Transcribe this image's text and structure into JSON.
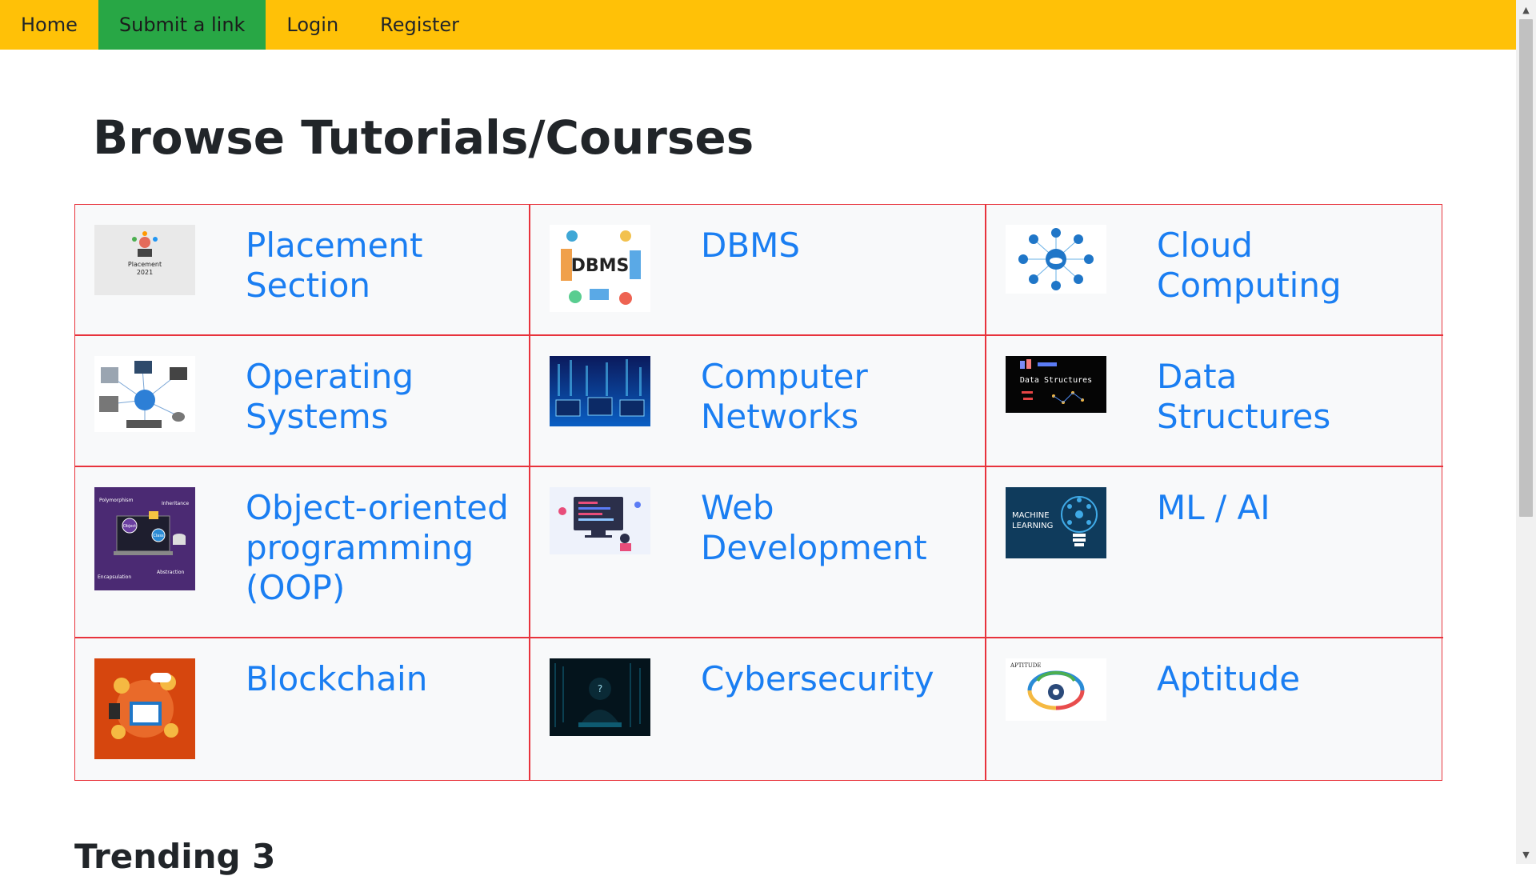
{
  "nav": {
    "items": [
      "Home",
      "Submit a link",
      "Login",
      "Register"
    ],
    "active_index": 1,
    "colors": {
      "bar": "#ffc107",
      "active": "#28a745"
    }
  },
  "page": {
    "title": "Browse Tutorials/Courses",
    "next_section_heading": "Trending 3"
  },
  "courses": [
    {
      "name": "Placement Section",
      "icon": "placement-2021-thumbnail",
      "thumb_text": [
        "Placement",
        "2021"
      ]
    },
    {
      "name": "DBMS",
      "icon": "dbms-thumbnail",
      "thumb_text": [
        "DBMS"
      ]
    },
    {
      "name": "Cloud Computing",
      "icon": "cloud-computing-thumbnail"
    },
    {
      "name": "Operating Systems",
      "icon": "operating-systems-thumbnail"
    },
    {
      "name": "Computer Networks",
      "icon": "computer-networks-thumbnail"
    },
    {
      "name": "Data Structures",
      "icon": "data-structures-thumbnail",
      "thumb_text": [
        "Data Structures"
      ]
    },
    {
      "name": "Object-oriented programming (OOP)",
      "icon": "oop-thumbnail",
      "thumb_text": [
        "Polymorphism",
        "Inheritance",
        "Encapsulation",
        "Abstraction",
        "Object",
        "Class"
      ]
    },
    {
      "name": "Web Development",
      "icon": "web-development-thumbnail"
    },
    {
      "name": "ML / AI",
      "icon": "machine-learning-thumbnail",
      "thumb_text": [
        "MACHINE",
        "LEARNING"
      ]
    },
    {
      "name": "Blockchain",
      "icon": "blockchain-thumbnail"
    },
    {
      "name": "Cybersecurity",
      "icon": "cybersecurity-thumbnail"
    },
    {
      "name": "Aptitude",
      "icon": "aptitude-thumbnail",
      "thumb_text": [
        "APTITUDE"
      ]
    }
  ],
  "theme": {
    "link_color": "#1a7ef2",
    "grid_border": "#e8333c",
    "cell_bg": "#f8f9fa"
  }
}
